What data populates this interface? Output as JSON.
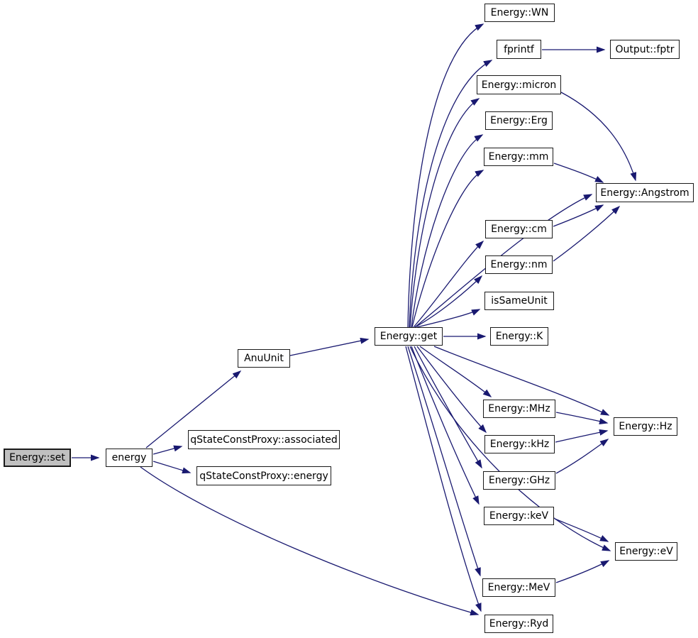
{
  "diagram": {
    "kind": "call-graph",
    "background_color": "#ffffff",
    "edge_color": "#191970",
    "node_fill": "#ffffff",
    "node_border_color": "#1a1a1a",
    "root_node_fill": "#c0c0c0",
    "nodes": [
      {
        "id": "set",
        "label": "Energy::set",
        "role": "root"
      },
      {
        "id": "energy",
        "label": "energy"
      },
      {
        "id": "anuunit",
        "label": "AnuUnit"
      },
      {
        "id": "assoc",
        "label": "qStateConstProxy::associated"
      },
      {
        "id": "qenergy",
        "label": "qStateConstProxy::energy"
      },
      {
        "id": "get",
        "label": "Energy::get"
      },
      {
        "id": "wn",
        "label": "Energy::WN"
      },
      {
        "id": "fprintf",
        "label": "fprintf"
      },
      {
        "id": "fptr",
        "label": "Output::fptr"
      },
      {
        "id": "micron",
        "label": "Energy::micron"
      },
      {
        "id": "erg",
        "label": "Energy::Erg"
      },
      {
        "id": "mm",
        "label": "Energy::mm"
      },
      {
        "id": "angstrom",
        "label": "Energy::Angstrom"
      },
      {
        "id": "cm",
        "label": "Energy::cm"
      },
      {
        "id": "nm",
        "label": "Energy::nm"
      },
      {
        "id": "issameunit",
        "label": "isSameUnit"
      },
      {
        "id": "k",
        "label": "Energy::K"
      },
      {
        "id": "mhz",
        "label": "Energy::MHz"
      },
      {
        "id": "khz",
        "label": "Energy::kHz"
      },
      {
        "id": "ghz",
        "label": "Energy::GHz"
      },
      {
        "id": "hz",
        "label": "Energy::Hz"
      },
      {
        "id": "kev",
        "label": "Energy::keV"
      },
      {
        "id": "ev",
        "label": "Energy::eV"
      },
      {
        "id": "mev",
        "label": "Energy::MeV"
      },
      {
        "id": "ryd",
        "label": "Energy::Ryd"
      }
    ],
    "edges": [
      [
        "Energy::set",
        "energy"
      ],
      [
        "energy",
        "AnuUnit"
      ],
      [
        "energy",
        "qStateConstProxy::associated"
      ],
      [
        "energy",
        "qStateConstProxy::energy"
      ],
      [
        "energy",
        "Energy::Ryd"
      ],
      [
        "AnuUnit",
        "Energy::get"
      ],
      [
        "Energy::get",
        "Energy::WN"
      ],
      [
        "Energy::get",
        "fprintf"
      ],
      [
        "Energy::get",
        "Energy::micron"
      ],
      [
        "Energy::get",
        "Energy::Erg"
      ],
      [
        "Energy::get",
        "Energy::mm"
      ],
      [
        "Energy::get",
        "Energy::Angstrom"
      ],
      [
        "Energy::get",
        "Energy::cm"
      ],
      [
        "Energy::get",
        "Energy::nm"
      ],
      [
        "Energy::get",
        "isSameUnit"
      ],
      [
        "Energy::get",
        "Energy::K"
      ],
      [
        "Energy::get",
        "Energy::MHz"
      ],
      [
        "Energy::get",
        "Energy::kHz"
      ],
      [
        "Energy::get",
        "Energy::GHz"
      ],
      [
        "Energy::get",
        "Energy::Hz"
      ],
      [
        "Energy::get",
        "Energy::keV"
      ],
      [
        "Energy::get",
        "Energy::eV"
      ],
      [
        "Energy::get",
        "Energy::MeV"
      ],
      [
        "Energy::get",
        "Energy::Ryd"
      ],
      [
        "fprintf",
        "Output::fptr"
      ],
      [
        "Energy::micron",
        "Energy::Angstrom"
      ],
      [
        "Energy::mm",
        "Energy::Angstrom"
      ],
      [
        "Energy::cm",
        "Energy::Angstrom"
      ],
      [
        "Energy::nm",
        "Energy::Angstrom"
      ],
      [
        "Energy::MHz",
        "Energy::Hz"
      ],
      [
        "Energy::kHz",
        "Energy::Hz"
      ],
      [
        "Energy::GHz",
        "Energy::Hz"
      ],
      [
        "Energy::keV",
        "Energy::eV"
      ],
      [
        "Energy::MeV",
        "Energy::eV"
      ]
    ]
  }
}
